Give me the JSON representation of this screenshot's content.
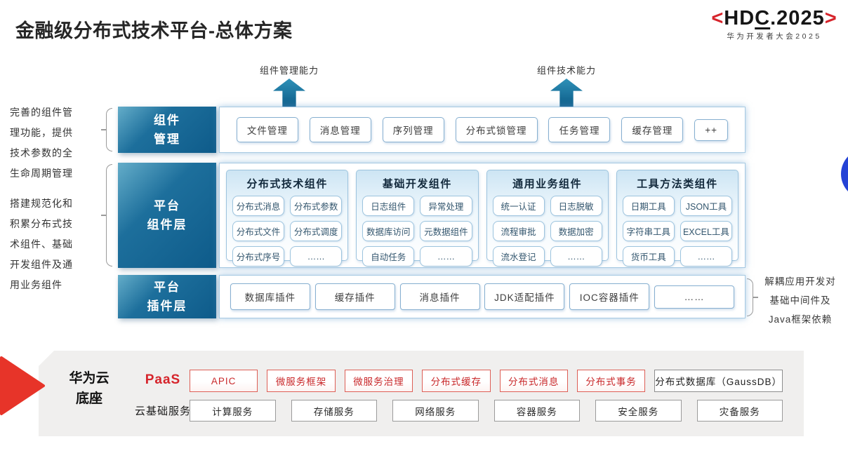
{
  "title": "金融级分布式技术平台-总体方案",
  "logo": {
    "bracket_left": "<",
    "hd": "HD",
    "c": "C",
    "rest": ".2025",
    "bracket_right": ">",
    "subtitle": "华为开发者大会2025"
  },
  "arrows": {
    "management_capability": "组件管理能力",
    "technical_capability": "组件技术能力"
  },
  "annotations": {
    "left_top_lines": [
      "完善的组件管",
      "理功能，提供",
      "技术参数的全",
      "生命周期管理"
    ],
    "left_bottom_lines": [
      "搭建规范化和",
      "积累分布式技",
      "术组件、基础",
      "开发组件及通",
      "用业务组件"
    ],
    "right_lines": [
      "解耦应用开发对",
      "基础中间件及",
      "Java框架依赖"
    ]
  },
  "rows": {
    "management": {
      "label": "组件\n管理",
      "items": [
        "文件管理",
        "消息管理",
        "序列管理",
        "分布式锁管理",
        "任务管理",
        "缓存管理",
        "++"
      ]
    },
    "components": {
      "label": "平台\n组件层",
      "groups": [
        {
          "title": "分布式技术组件",
          "items": [
            "分布式消息",
            "分布式参数",
            "分布式文件",
            "分布式调度",
            "分布式序号",
            "……"
          ]
        },
        {
          "title": "基础开发组件",
          "items": [
            "日志组件",
            "异常处理",
            "数据库访问",
            "元数据组件",
            "自动任务",
            "……"
          ]
        },
        {
          "title": "通用业务组件",
          "items": [
            "统一认证",
            "日志脱敏",
            "流程审批",
            "数据加密",
            "流水登记",
            "……"
          ]
        },
        {
          "title": "工具方法类组件",
          "items": [
            "日期工具",
            "JSON工具",
            "字符串工具",
            "EXCEL工具",
            "货币工具",
            "……"
          ]
        }
      ]
    },
    "plugins": {
      "label": "平台\n插件层",
      "items": [
        "数据库插件",
        "缓存插件",
        "消息插件",
        "JDK适配插件",
        "IOC容器插件",
        "……"
      ]
    }
  },
  "foundation": {
    "label": "华为云\n底座",
    "paas_label": "PaaS",
    "paas_items": [
      {
        "label": "APIC",
        "style": "red"
      },
      {
        "label": "微服务框架",
        "style": "red"
      },
      {
        "label": "微服务治理",
        "style": "red"
      },
      {
        "label": "分布式缓存",
        "style": "red"
      },
      {
        "label": "分布式消息",
        "style": "red"
      },
      {
        "label": "分布式事务",
        "style": "red"
      },
      {
        "label": "分布式数据库（GaussDB）",
        "style": "plain"
      }
    ],
    "iaas_label": "云基础服务",
    "iaas_items": [
      "计算服务",
      "存储服务",
      "网络服务",
      "容器服务",
      "安全服务",
      "灾备服务"
    ]
  },
  "colors": {
    "layer_label_blue": "#0e5b8a",
    "arrow_teal": "#1779a5",
    "chip_border_blue": "#86afd0",
    "brand_red": "#d6242b",
    "panel_gray": "#f0efee",
    "fan_red": "#e73429",
    "circle_blue": "#2543d6"
  }
}
